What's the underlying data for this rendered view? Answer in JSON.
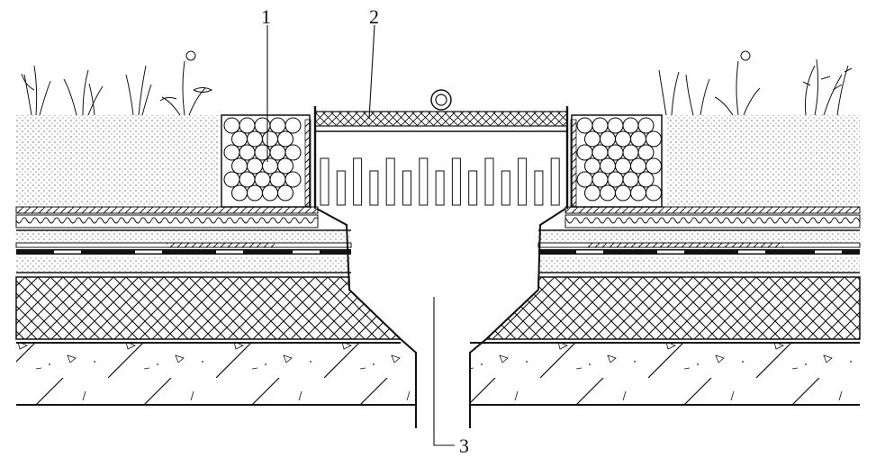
{
  "callouts": {
    "item_1": "1",
    "item_2": "2",
    "item_3": "3"
  },
  "colors": {
    "ink": "#111111",
    "paper": "#ffffff",
    "soil_speckle": "#222222"
  },
  "icons": {
    "plants": "plant-sketch",
    "gravel": "pebble-circles",
    "drain": "roof-drain-outlet"
  }
}
